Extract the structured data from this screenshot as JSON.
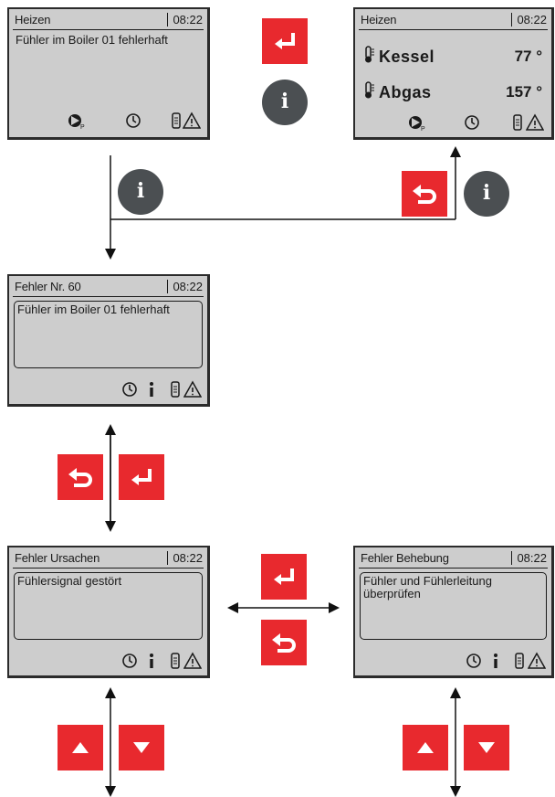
{
  "screens": {
    "home1": {
      "title": "Heizen",
      "time": "08:22",
      "message": "Fühler im Boiler 01 fehlerhaft"
    },
    "home2": {
      "title": "Heizen",
      "time": "08:22",
      "rows": [
        {
          "label": "Kessel",
          "value": "77 °"
        },
        {
          "label": "Abgas",
          "value": "157 °"
        }
      ]
    },
    "error": {
      "title": "Fehler Nr. 60",
      "time": "08:22",
      "message": "Fühler im Boiler 01 fehlerhaft"
    },
    "causes": {
      "title": "Fehler Ursachen",
      "time": "08:22",
      "message": "Fühlersignal gestört"
    },
    "remedy": {
      "title": "Fehler Behebung",
      "time": "08:22",
      "message": "Fühler und Fühlerleitung überprüfen"
    }
  },
  "buttons": {
    "info_symbol": "i"
  },
  "colors": {
    "button_red": "#e8292e",
    "info_grey": "#4b4f52",
    "screen_bg": "#cdcdcd"
  },
  "icons": [
    "enter-icon",
    "back-icon",
    "info-icon",
    "up-icon",
    "down-icon",
    "pump-icon",
    "clock-icon",
    "storage-icon",
    "warning-icon",
    "thermometer-icon"
  ]
}
